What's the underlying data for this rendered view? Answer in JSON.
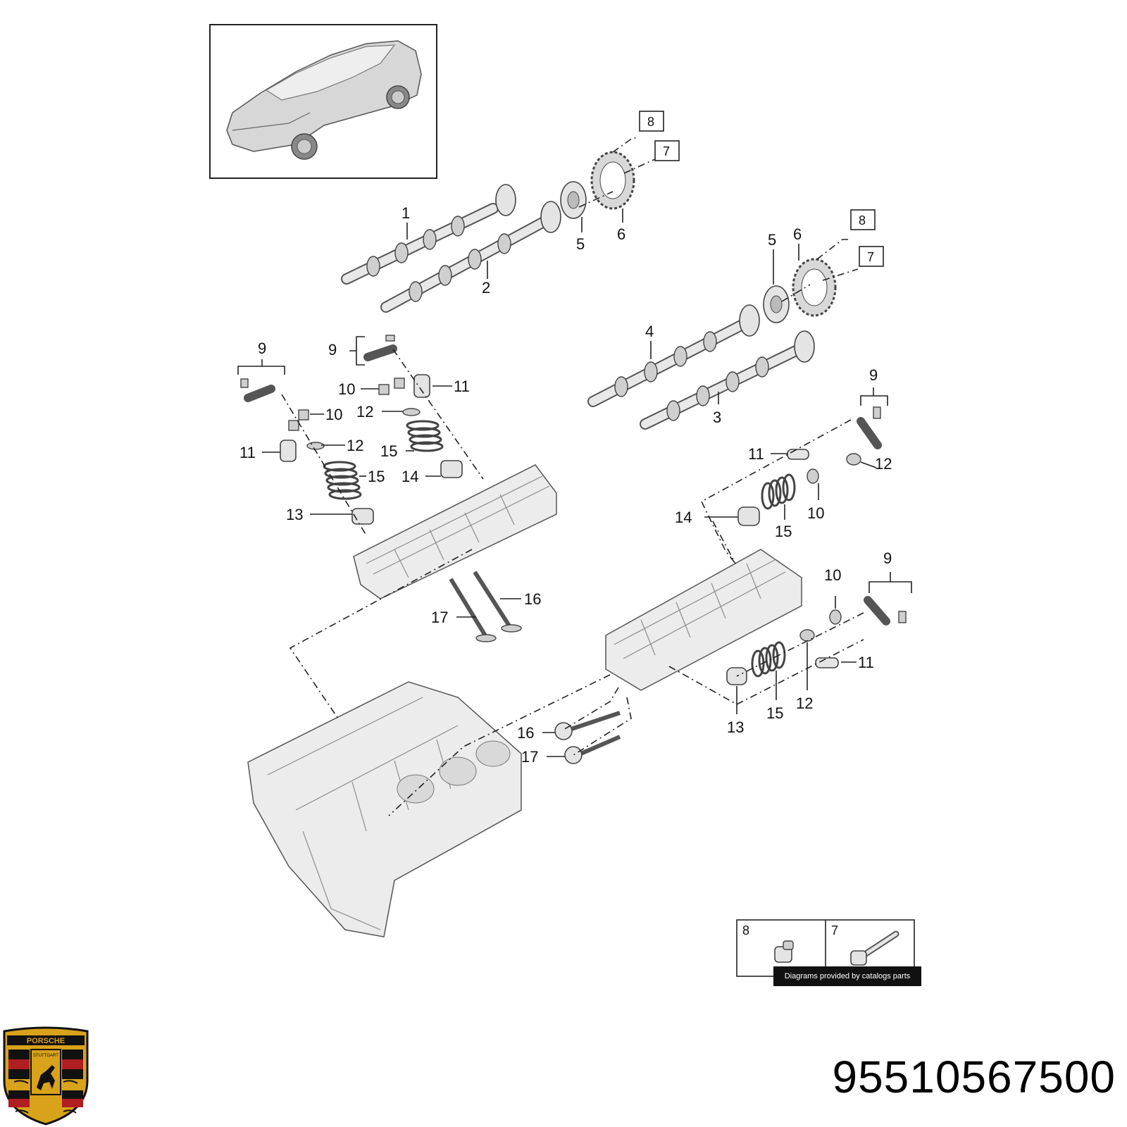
{
  "diagram": {
    "callouts": [
      "1",
      "2",
      "3",
      "4",
      "5",
      "6",
      "9",
      "10",
      "11",
      "12",
      "13",
      "14",
      "15",
      "16",
      "17"
    ],
    "boxed_callouts": [
      "8",
      "7"
    ],
    "legend": {
      "left_label": "8",
      "right_label": "7"
    }
  },
  "footer": {
    "credit": "Diagrams provided by catalogs parts",
    "part_number": "95510567500"
  },
  "logo": {
    "brand": "PORSCHE",
    "city": "STUTTGART"
  },
  "colors": {
    "part_fill": "#e4e4e4",
    "engine_fill": "#ececec",
    "logo_gold": "#d9a21b",
    "logo_red": "#b01e22",
    "logo_black": "#111111"
  }
}
